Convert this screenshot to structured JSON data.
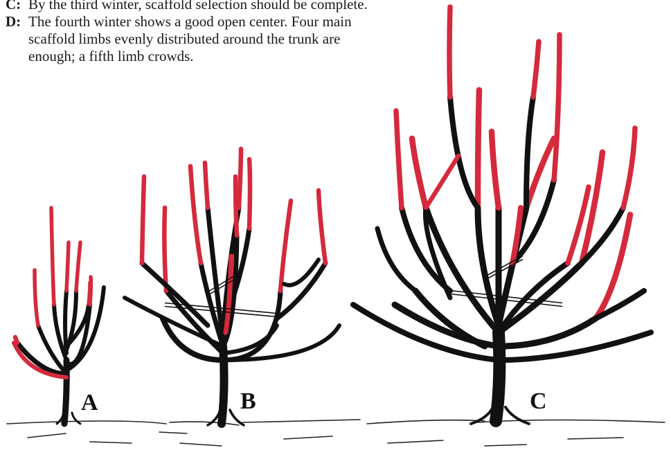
{
  "captions": [
    {
      "letter": "C:",
      "text": "By the third winter, scaffold selection should be complete."
    },
    {
      "letter": "D:",
      "text": "The fourth winter shows a good open center. Four main scaffold limbs evenly distributed around the trunk are enough; a fifth limb crowds."
    }
  ],
  "trees": [
    {
      "label": "A"
    },
    {
      "label": "B"
    },
    {
      "label": "C"
    }
  ],
  "colors": {
    "bark": "#111111",
    "pruning_cut": "#d42a3c",
    "background": "#ffffff",
    "text": "#1a1a1a"
  }
}
